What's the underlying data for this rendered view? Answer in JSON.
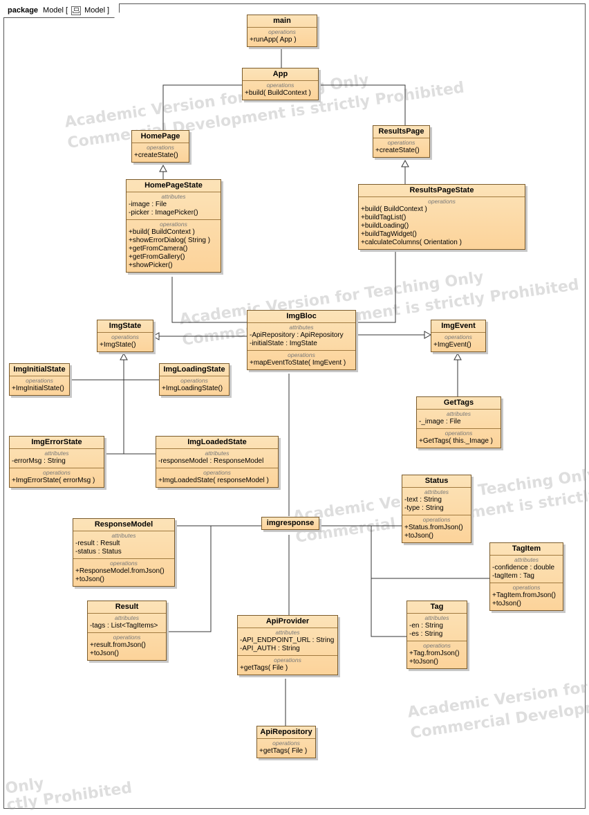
{
  "package": {
    "keyword": "package",
    "name": "Model",
    "stereo_name": "Model"
  },
  "watermarks": {
    "line1": "Academic Version for Teaching Only",
    "line2": "Commercial Development is strictly Prohibited",
    "frag_a1": "Academic Version for Teaching Only",
    "frag_a2": "Commercial Development is strictly Prohibited",
    "frag_b1": "Academic Version for Teaching Only",
    "frag_b2": "Commercial Development is strictly Prohibited",
    "frag_c1": "Academic Version for Teaching Only",
    "frag_c2": "Commercial Development is strictly Prohibited",
    "frag_d1": "Academic Version for T",
    "frag_d2": "Commercial Developm",
    "frag_e1": "Only",
    "frag_e2": "ctly Prohibited"
  },
  "labels": {
    "attributes": "attributes",
    "operations": "operations"
  },
  "classes": {
    "main": {
      "name": "main",
      "ops": [
        "+runApp( App )"
      ]
    },
    "app": {
      "name": "App",
      "ops": [
        "+build( BuildContext )"
      ]
    },
    "homepage": {
      "name": "HomePage",
      "ops": [
        "+createState()"
      ]
    },
    "resultspage": {
      "name": "ResultsPage",
      "ops": [
        "+createState()"
      ]
    },
    "homepagestate": {
      "name": "HomePageState",
      "attrs": [
        "-image : File",
        "-picker : ImagePicker()"
      ],
      "ops": [
        "+build( BuildContext )",
        "+showErrorDialog( String )",
        "+getFromCamera()",
        "+getFromGallery()",
        "+showPicker()"
      ]
    },
    "resultspagestate": {
      "name": "ResultsPageState",
      "ops": [
        "+build( BuildContext )",
        "+buildTagList()",
        "+buildLoading()",
        "+buildTagWidget()",
        "+calculateColumns( Orientation )"
      ]
    },
    "imgbloc": {
      "name": "ImgBloc",
      "attrs": [
        "-ApiRepository : ApiRepository",
        "-initialState : ImgState"
      ],
      "ops": [
        "+mapEventToState( ImgEvent )"
      ]
    },
    "imgstate": {
      "name": "ImgState",
      "ops": [
        "+ImgState()"
      ]
    },
    "imgevent": {
      "name": "ImgEvent",
      "ops": [
        "+ImgEvent()"
      ]
    },
    "imginitialstate": {
      "name": "ImgInitialState",
      "ops": [
        "+ImgInitialState()"
      ]
    },
    "imgloadingstate": {
      "name": "ImgLoadingState",
      "ops": [
        "+ImgLoadingState()"
      ]
    },
    "gettags": {
      "name": "GetTags",
      "attrs": [
        "-_image : File"
      ],
      "ops": [
        "+GetTags( this._Image )"
      ]
    },
    "imgerrorstate": {
      "name": "ImgErrorState",
      "attrs": [
        "-errorMsg : String"
      ],
      "ops": [
        "+ImgErrorState( errorMsg )"
      ]
    },
    "imgloadedstate": {
      "name": "ImgLoadedState",
      "attrs": [
        "-responseModel : ResponseModel"
      ],
      "ops": [
        "+ImgLoadedState( responseModel )"
      ]
    },
    "status": {
      "name": "Status",
      "attrs": [
        "-text : String",
        "-type : String"
      ],
      "ops": [
        "+Status.fromJson()",
        "+toJson()"
      ]
    },
    "responsemodel": {
      "name": "ResponseModel",
      "attrs": [
        "-result : Result",
        "-status : Status"
      ],
      "ops": [
        "+ResponseModel.fromJson()",
        "+toJson()"
      ]
    },
    "imgresponse": {
      "name": "imgresponse"
    },
    "tagitem": {
      "name": "TagItem",
      "attrs": [
        "-confidence : double",
        "-tagItem : Tag"
      ],
      "ops": [
        "+TagItem.fromJson()",
        "+toJson()"
      ]
    },
    "result": {
      "name": "Result",
      "attrs": [
        "-tags : List<TagItems>"
      ],
      "ops": [
        "+result.fromJson()",
        "+toJson()"
      ]
    },
    "apiprovider": {
      "name": "ApiProvider",
      "attrs": [
        "-API_ENDPOINT_URL : String",
        "-API_AUTH : String"
      ],
      "ops": [
        "+getTags( File )"
      ]
    },
    "tag": {
      "name": "Tag",
      "attrs": [
        "-en : String",
        "-es : String"
      ],
      "ops": [
        "+Tag.fromJson()",
        "+toJson()"
      ]
    },
    "apirepository": {
      "name": "ApiRepository",
      "ops": [
        "+getTags( File )"
      ]
    }
  },
  "colors": {
    "class_fill_top": "#fce3b8",
    "class_fill_bottom": "#fcd39a",
    "class_border": "#7a5a2a",
    "watermark": "#bdbdbd"
  }
}
